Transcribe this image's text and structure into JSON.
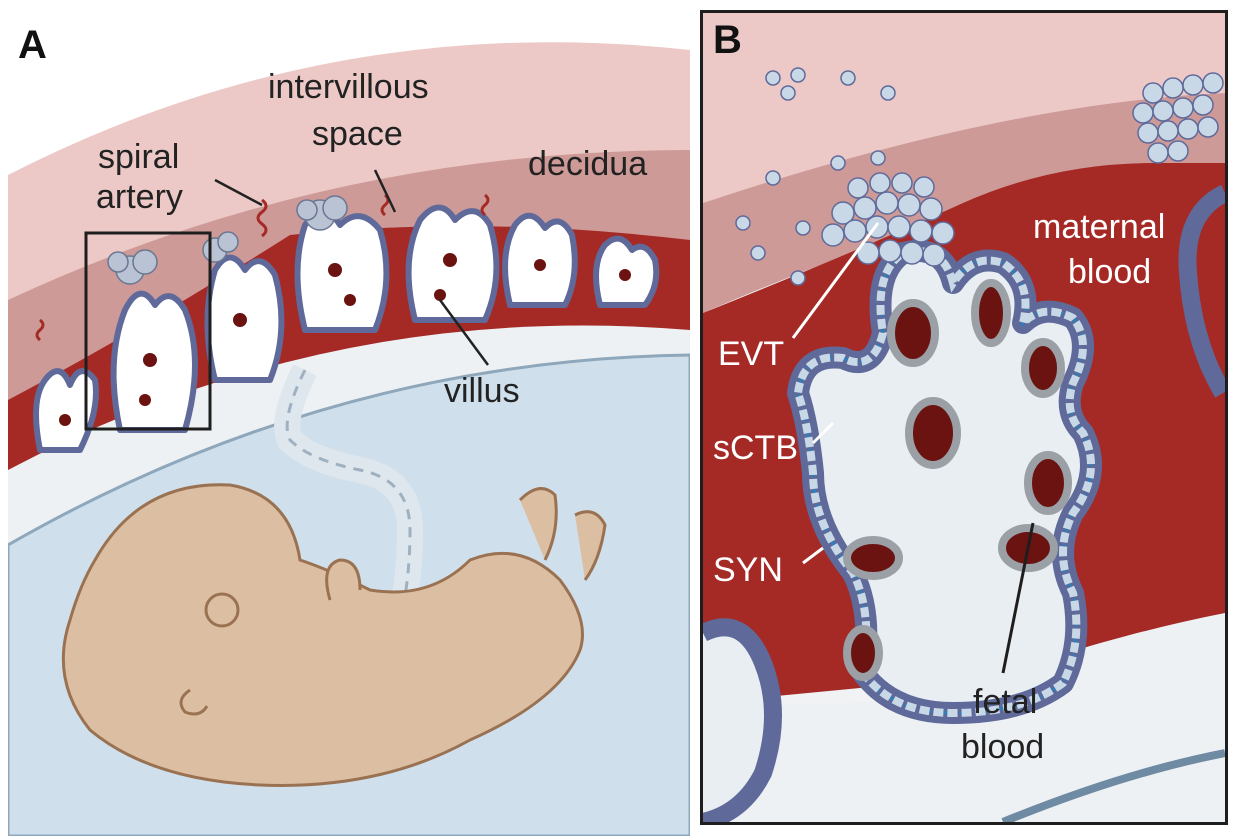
{
  "panelA": {
    "letter": "A",
    "labels": {
      "intervillous_line1": "intervillous",
      "intervillous_line2": "space",
      "spiral_line1": "spiral",
      "spiral_line2": "artery",
      "decidua": "decidua",
      "villus": "villus"
    }
  },
  "panelB": {
    "letter": "B",
    "labels": {
      "maternal_line1": "maternal",
      "maternal_line2": "blood",
      "evt": "EVT",
      "sctb": "sCTB",
      "syn": "SYN",
      "fetal_line1": "fetal",
      "fetal_line2": "blood"
    }
  },
  "colors": {
    "decidua_light": "#ecc9c6",
    "decidua_mid": "#cd9a97",
    "maternal_blood": "#a52a26",
    "villus_outline": "#5f6a9a",
    "syn_blue": "#2c7fb8",
    "cell_fill": "#c9d8e6",
    "amniotic": "#cfe0ec",
    "fetus_skin": "#dcbfa2",
    "fetus_outline": "#9a7252"
  }
}
